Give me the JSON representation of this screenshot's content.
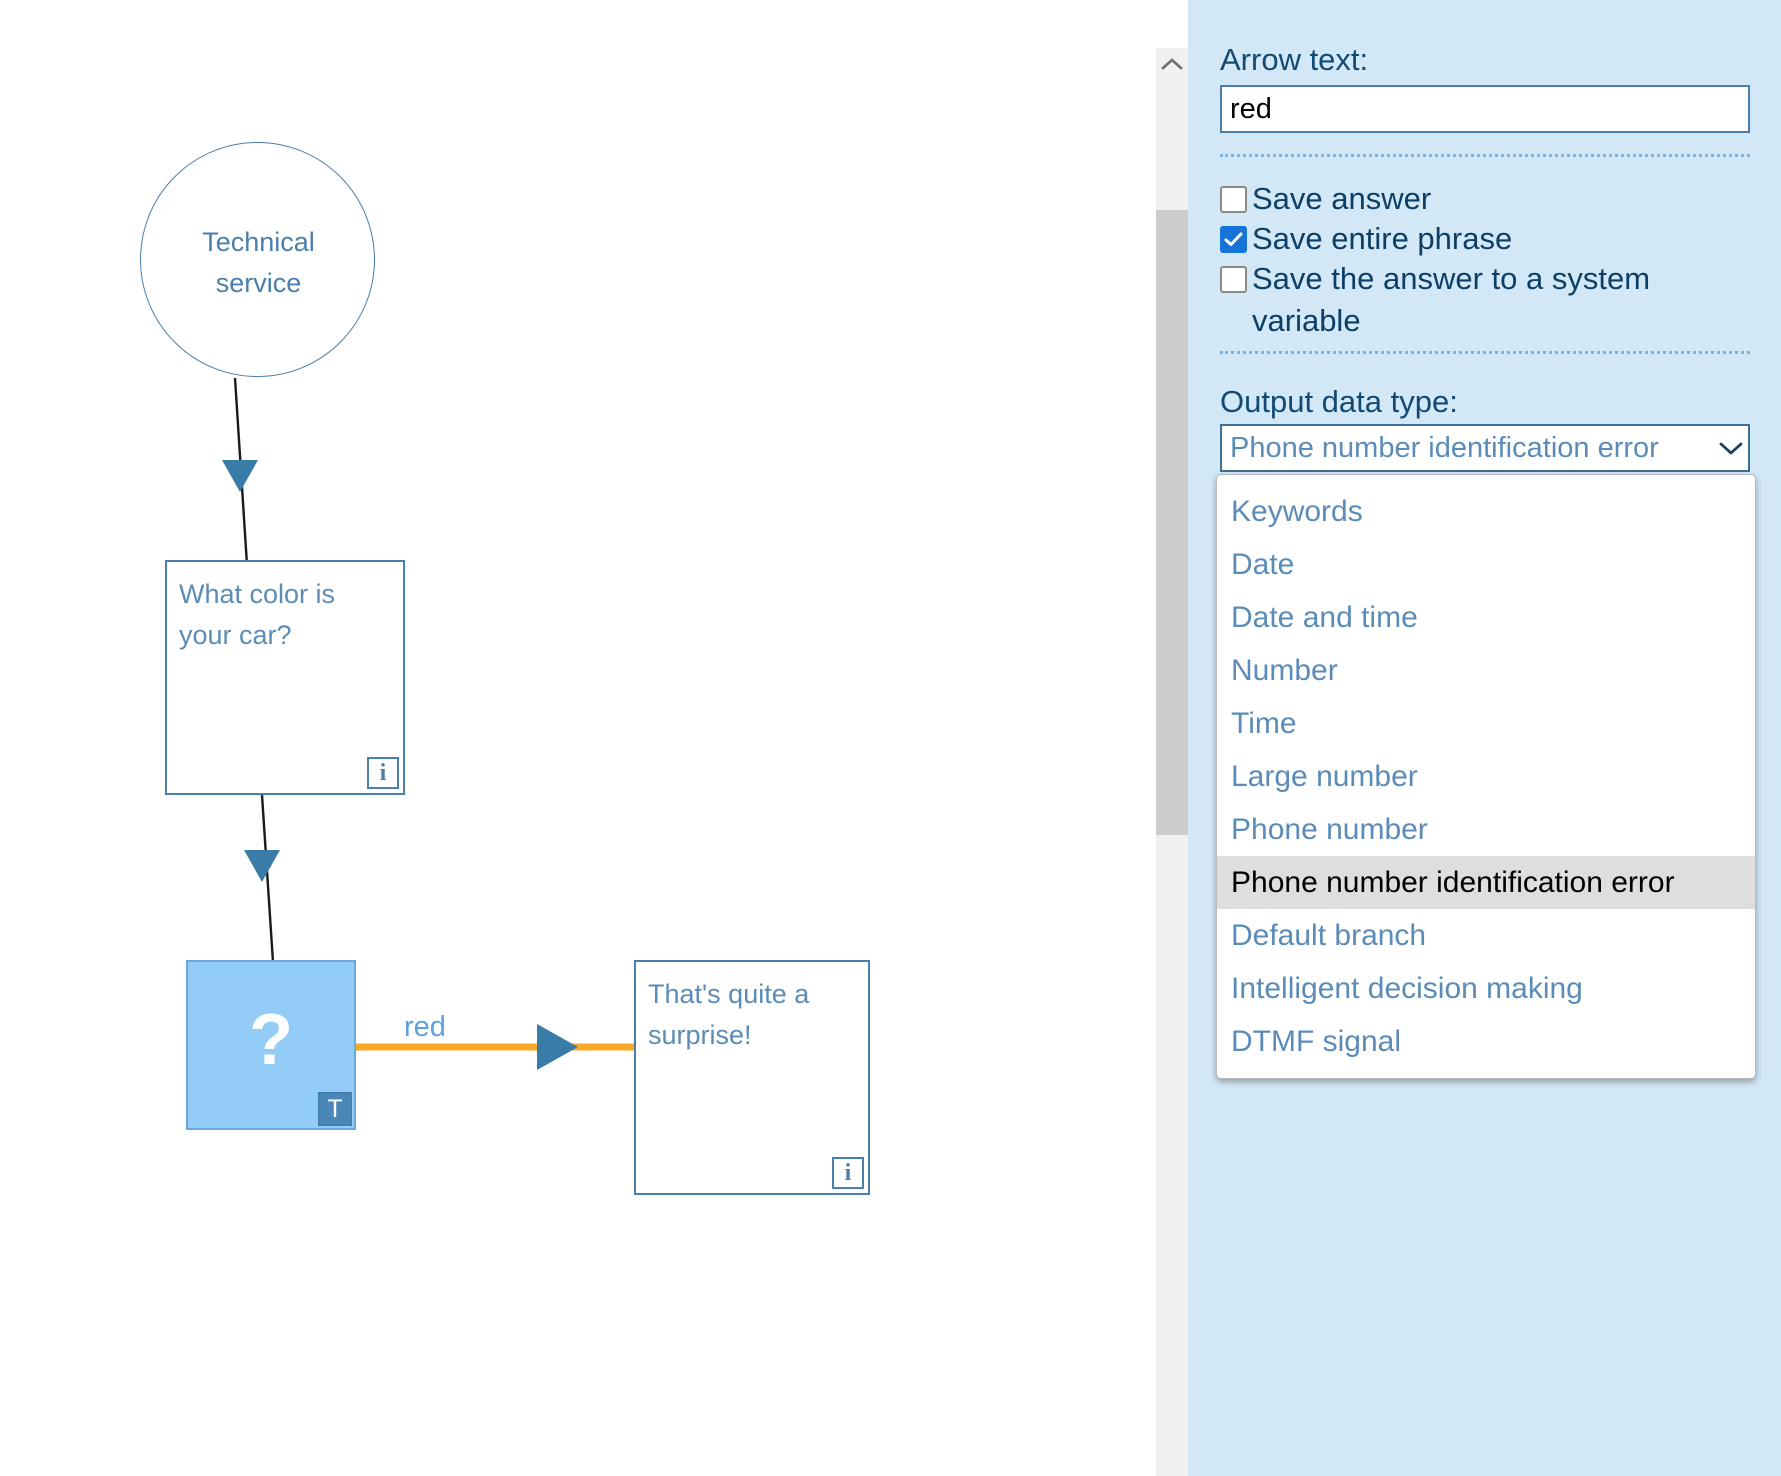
{
  "canvas": {
    "nodes": [
      {
        "id": "technical-service",
        "type": "start-circle",
        "label": "Technical\nservice"
      },
      {
        "id": "question-message",
        "type": "message-box",
        "label": "What color is your car?",
        "badge": "i"
      },
      {
        "id": "user-input",
        "type": "input-box",
        "glyph": "?",
        "badge": "T"
      },
      {
        "id": "surprise-message",
        "type": "message-box",
        "label": "That's quite a surprise!",
        "badge": "i"
      }
    ],
    "edges": [
      {
        "id": "edge-start-to-question",
        "color": "#1a1a1a",
        "arrowhead_color": "#3a7ca8",
        "label": ""
      },
      {
        "id": "edge-question-to-input",
        "color": "#1a1a1a",
        "arrowhead_color": "#3a7ca8",
        "label": ""
      },
      {
        "id": "edge-input-to-surprise",
        "color": "#f9a825",
        "arrowhead_color": "#3a7ca8",
        "label": "red"
      }
    ],
    "node_text": {
      "technical_service_line1": "Technical",
      "technical_service_line2": "service",
      "question_line1": "What color is",
      "question_line2": "your car?",
      "surprise_line1": "That's quite a",
      "surprise_line2": "surprise!",
      "input_glyph": "?",
      "input_badge": "T",
      "info_badge": "i",
      "edge_label_red": "red"
    }
  },
  "scrollbar": {
    "up_arrow": "chevron-up-icon"
  },
  "panel": {
    "arrow_text": {
      "label": "Arrow text:",
      "value": "red",
      "placeholder": ""
    },
    "checkboxes": [
      {
        "label": "Save answer",
        "checked": false
      },
      {
        "label": "Save entire phrase",
        "checked": true
      },
      {
        "label": "Save the answer to a system variable",
        "checked": false
      }
    ],
    "output_data_type": {
      "label": "Output data type:",
      "selected": "Phone number identification error",
      "caret_icon": "chevron-down-icon",
      "options": [
        "Keywords",
        "Date",
        "Date and time",
        "Number",
        "Time",
        "Large number",
        "Phone number",
        "Phone number identification error",
        "Default branch",
        "Intelligent decision making",
        "DTMF signal"
      ],
      "highlighted_index": 7
    }
  },
  "colors": {
    "panel_background": "#d3e8f7",
    "node_stroke": "#4a7fab",
    "node_text": "#5b8cb8",
    "input_node_fill": "#93cdf7",
    "edge_highlight": "#f9a825",
    "checkbox_checked": "#1673d8",
    "dropdown_highlight": "#dededf"
  }
}
